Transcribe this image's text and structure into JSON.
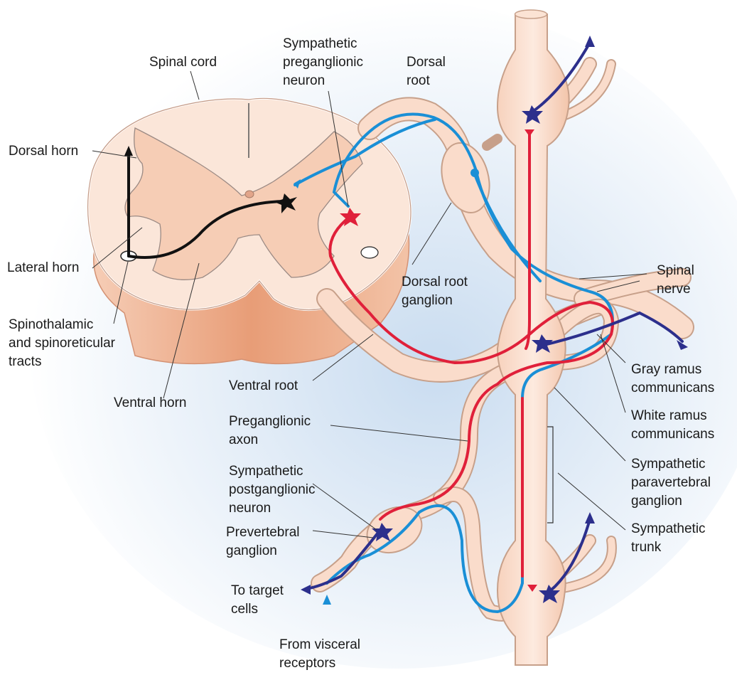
{
  "labels": {
    "spinal_cord": "Spinal cord",
    "sympathetic_preganglionic_neuron": [
      "Sympathetic",
      "preganglionic",
      "neuron"
    ],
    "dorsal_root": [
      "Dorsal",
      "root"
    ],
    "dorsal_horn": "Dorsal horn",
    "lateral_horn": "Lateral horn",
    "spinothalamic_tracts": [
      "Spinothalamic",
      "and spinoreticular",
      "tracts"
    ],
    "ventral_horn": "Ventral horn",
    "ventral_root": "Ventral root",
    "dorsal_root_ganglion": [
      "Dorsal root",
      "ganglion"
    ],
    "spinal_nerve": [
      "Spinal",
      "nerve"
    ],
    "gray_ramus": [
      "Gray ramus",
      "communicans"
    ],
    "white_ramus": [
      "White ramus",
      "communicans"
    ],
    "paravertebral_ganglion": [
      "Sympathetic",
      "paravertebral",
      "ganglion"
    ],
    "sympathetic_trunk": [
      "Sympathetic",
      "trunk"
    ],
    "preganglionic_axon": [
      "Preganglionic",
      "axon"
    ],
    "postganglionic_neuron": [
      "Sympathetic",
      "postganglionic",
      "neuron"
    ],
    "prevertebral_ganglion": [
      "Prevertebral",
      "ganglion"
    ],
    "to_target_cells": [
      "To target",
      "cells"
    ],
    "from_visceral_receptors": [
      "From visceral",
      "receptors"
    ]
  },
  "colors": {
    "background_glow": "#d6e6f5",
    "cord_tissue": "#fbe4d6",
    "gray_matter": "#f7cfb6",
    "cord_side": "#e9a37f",
    "nerve_fill": "#fadccb",
    "nerve_outline": "#c7a08a",
    "afferent_fiber": "#1a8fd6",
    "preganglionic_fiber": "#e0203a",
    "postganglionic_fiber": "#2c2f8c",
    "pain_pathway": "#111111"
  }
}
